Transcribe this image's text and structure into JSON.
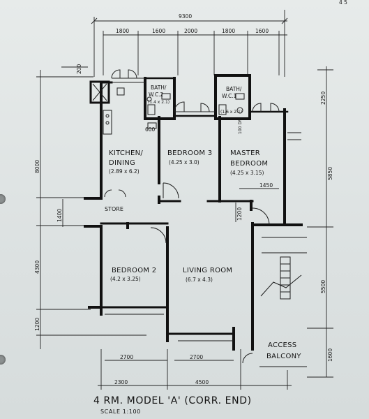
{
  "plan": {
    "title": "4 RM. MODEL 'A' (CORR. END)",
    "scale": "SCALE 1:100"
  },
  "rooms": {
    "bath2": {
      "name": "BATH/",
      "name2": "W.C.2",
      "size": "(1.4 x 2.1)"
    },
    "bath1": {
      "name": "BATH/",
      "name2": "W.C.1",
      "size": "(1.6 x 2.1)"
    },
    "kitchen": {
      "name": "KITCHEN/",
      "name2": "DINING",
      "size": "(2.89 x 6.2)"
    },
    "bedroom3": {
      "name": "BEDROOM 3",
      "size": "(4.25 x 3.0)"
    },
    "master": {
      "name": "MASTER",
      "name2": "BEDROOM",
      "size": "(4.25 x 3.15)"
    },
    "store": {
      "name": "STORE"
    },
    "bedroom2": {
      "name": "BEDROOM 2",
      "size": "(4.2 x 3.25)"
    },
    "living": {
      "name": "LIVING ROOM",
      "size": "(6.7 x 4.3)"
    },
    "balcony": {
      "name": "ACCESS",
      "name2": "BALCONY"
    }
  },
  "dimensions": {
    "total_width": "9300",
    "top_segments": [
      "1800",
      "1600",
      "2000",
      "1800",
      "1600"
    ],
    "left_total": "8000",
    "left_1400": "1400",
    "left_4300": "4300",
    "left_1200": "1200",
    "small_200": "200",
    "d600": "600",
    "d100_dp": "100 DP",
    "d1450": "1450",
    "d1200_inner": "1200",
    "right_2250": "2250",
    "right_5850": "5850",
    "right_5500": "5500",
    "right_1600": "1600",
    "bottom_2700a": "2700",
    "bottom_2700b": "2700",
    "bottom_2300": "2300",
    "bottom_4500": "4500",
    "corner": "4 5"
  }
}
